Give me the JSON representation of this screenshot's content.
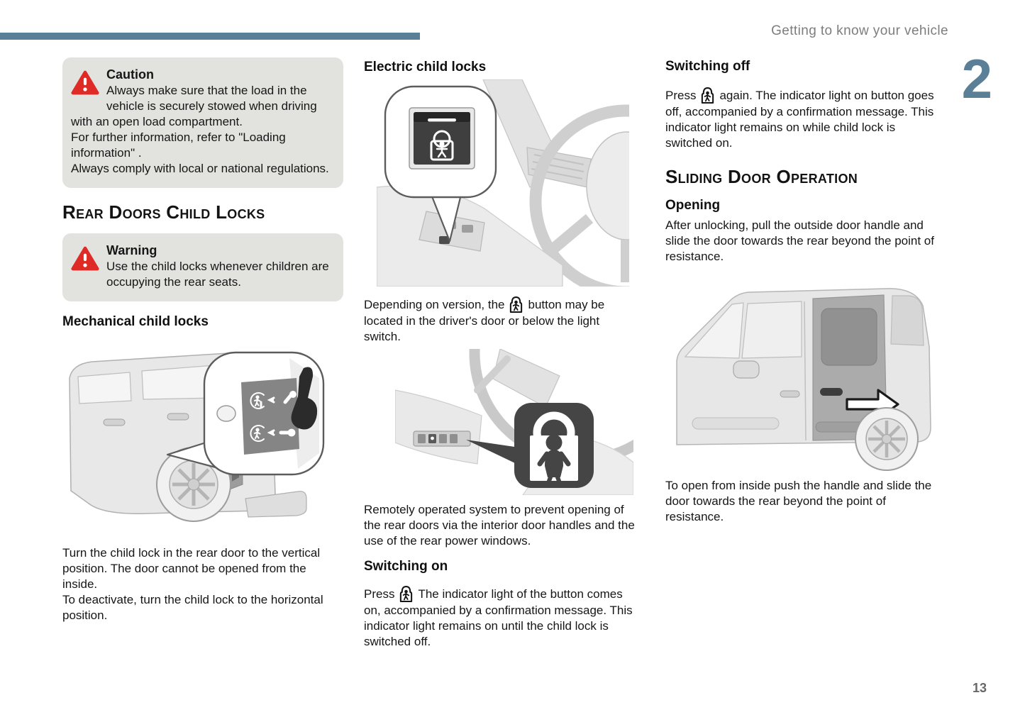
{
  "page": {
    "header": "Getting to know your vehicle",
    "chapter_number": "2",
    "page_number": "13"
  },
  "left": {
    "caution": {
      "title": "Caution",
      "text": "Always make sure that the load in the vehicle is securely stowed when driving with an open load compartment.\nFor further information, refer to \"Loading information\" .\nAlways comply with local or national regulations."
    },
    "section_title": "Rear Doors Child Locks",
    "warning": {
      "title": "Warning",
      "text": "Use the child locks whenever children are occupying the rear seats."
    },
    "mechanical_heading": "Mechanical child locks",
    "mechanical_text": "Turn the child lock in the rear door to the vertical position. The door cannot be opened from the inside.\nTo deactivate, turn the child lock to the horizontal position."
  },
  "middle": {
    "electric_heading": "Electric child locks",
    "depending_before": "Depending on version, the",
    "depending_after": "button may be located in the driver's door or below the light switch.",
    "remote_text": "Remotely operated system to prevent opening of the rear doors via the interior door handles and the use of the rear power windows.",
    "switching_on_heading": "Switching on",
    "press_on_before": "Press",
    "press_on_after": "The indicator light of the button comes on, accompanied by a confirmation message. This indicator light remains on until the child lock is switched off."
  },
  "right": {
    "switching_off_heading": "Switching off",
    "press_off_before": "Press",
    "press_off_after": "again. The indicator light on button goes off, accompanied by a confirmation message. This indicator light remains on while child lock is switched on.",
    "sliding_section_title": "Sliding Door Operation",
    "opening_heading": "Opening",
    "opening_text": "After unlocking, pull the outside door handle and slide the door towards the rear beyond the point of resistance.",
    "open_inside_text": "To open from inside push the handle and slide the door towards the rear beyond the point of resistance."
  },
  "icons": {
    "warning_triangle": "red triangle with white exclamation mark",
    "child_lock": "child figure inside lock outline"
  },
  "colors": {
    "accent_blue_gray": "#5b7f96",
    "warning_red": "#de2b26",
    "notice_box_bg": "#e2e2de",
    "header_gray": "#7d7d7d"
  }
}
